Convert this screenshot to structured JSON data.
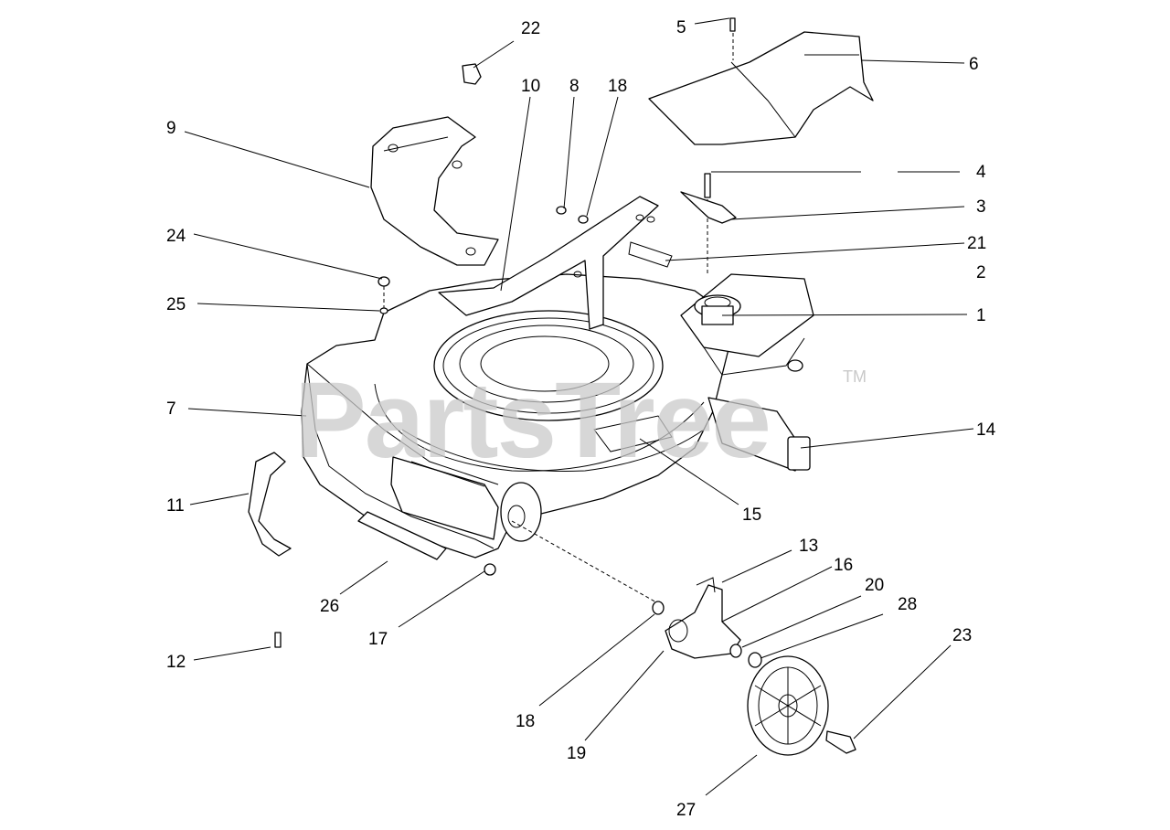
{
  "watermark": {
    "brand": "PartsTree",
    "trademark": "TM"
  },
  "callouts": [
    "22",
    "5",
    "6",
    "10",
    "8",
    "18",
    "9",
    "4",
    "3",
    "24",
    "21",
    "2",
    "25",
    "1",
    "7",
    "14",
    "15",
    "11",
    "13",
    "16",
    "20",
    "28",
    "26",
    "17",
    "23",
    "12",
    "18",
    "19",
    "27"
  ]
}
